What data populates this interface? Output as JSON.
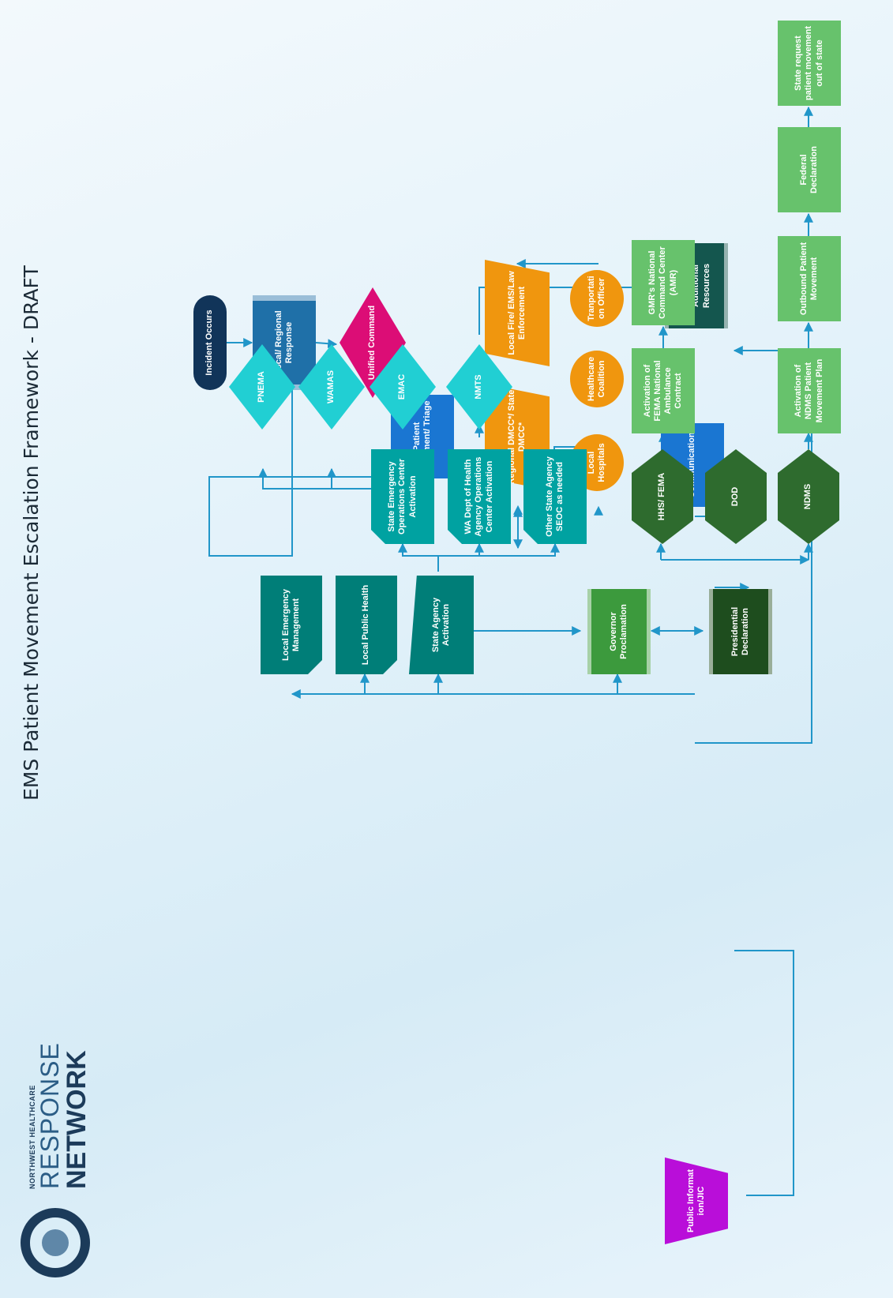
{
  "title": "EMS Patient Movement Escalation Framework - DRAFT",
  "logo": {
    "line1": "NORTHWEST HEALTHCARE",
    "line2": "RESPONSE",
    "line3": "NETWORK"
  },
  "nodes": {
    "incident": "Incident Occurs",
    "local_regional": "Local/ Regional Response",
    "unified_command": "Unified Command",
    "patient_triage": "Patient Treatment/ Triage",
    "regional_dmcc": "Regional DMCC*/ State DMCC*",
    "local_fire": "Local Fire/ EMS/Law Enforcement",
    "local_hospitals": "Local Hospitals",
    "healthcare_coalition": "Healthcare Coalition",
    "transport_officer": "Tranportati on Officer",
    "communication": "Communication",
    "public_info": "Public Informat ion/JIC",
    "additional_resources": "Activation of Additional Resources",
    "local_em": "Local Emergency Management",
    "local_ph": "Local Public Health",
    "state_agency": "State Agency Activation",
    "governor": "Governor Proclamation",
    "presidential": "Presidential Declaration",
    "seoc": "State Emergency Operations Center Activation",
    "doh": "WA Dept of Health Agency Operations Center Activation",
    "other_seoc": "Other State Agency SEOC as needed",
    "pnema": "PNEMA",
    "wamas": "WAMAS",
    "emac": "EMAC",
    "nmts": "NMTS",
    "hhs": "HHS/ FEMA",
    "dod": "DOD",
    "ndms": "NDMS",
    "fema_amb": "Activation of FEMA National Ambulance Contract",
    "gmr": "GMR's National Command Center (AMR)",
    "ndms_plan": "Activation of NDMS Patient Movement Plan",
    "outbound": "Outbound Patient Movement",
    "federal": "Federal Declaration",
    "state_request": "State request patient movement out of state"
  }
}
